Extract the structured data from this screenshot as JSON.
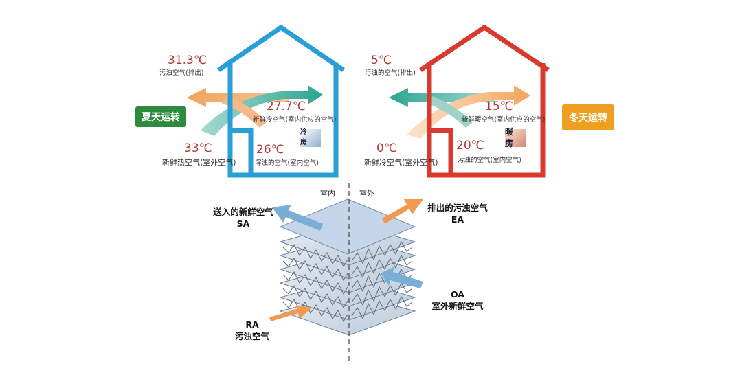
{
  "summer": {
    "badge": "夏天运转",
    "exhaust_temp": "31.3℃",
    "exhaust_label": "污浊空气(排出)",
    "supply_temp": "27.7℃",
    "supply_label": "新鲜冷空气(室内供应的空气)",
    "outdoor_temp": "33℃",
    "outdoor_label": "新鲜热空气(室外空气)",
    "indoor_temp": "26℃",
    "indoor_label": "浑浊的空气(室内空气)",
    "room_label": "冷 房"
  },
  "winter": {
    "badge": "冬天运转",
    "exhaust_temp": "5℃",
    "exhaust_label": "污浊的空气(排出)",
    "supply_temp": "15℃",
    "supply_label": "新鲜暖空气(室内供应的空气)",
    "outdoor_temp": "0℃",
    "outdoor_label": "新鲜冷空气(室外空气)",
    "indoor_temp": "20℃",
    "indoor_label": "污浊的空气(室内空气)",
    "room_label": "暖 房"
  },
  "exchanger": {
    "indoor_side": "室内",
    "outdoor_side": "室外",
    "sa_label": "送入的新鲜空气",
    "sa_code": "SA",
    "ea_label": "排出的污浊空气",
    "ea_code": "EA",
    "oa_code": "OA",
    "oa_label": "室外新鲜空气",
    "ra_code": "RA",
    "ra_label": "污浊空气"
  },
  "colors": {
    "summer_house": "#2a9fd6",
    "winter_house": "#d93a2f",
    "summer_badge": "#2e8b3e",
    "winter_badge": "#f0a020",
    "warm_flow": "#f2a873",
    "cool_flow": "#7fc7c3",
    "exchanger_blue": "#7aaed6"
  }
}
